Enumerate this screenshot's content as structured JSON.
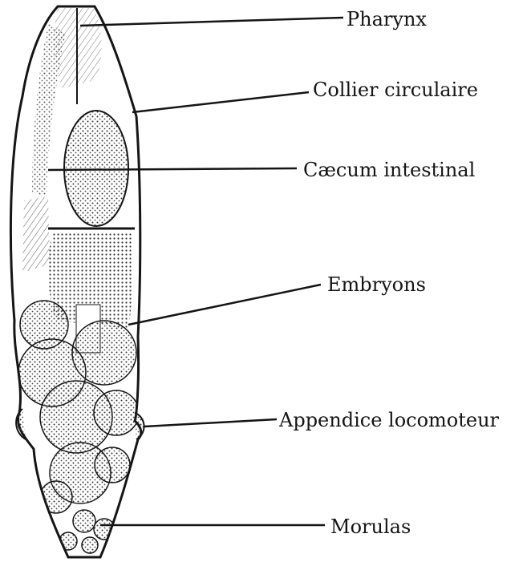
{
  "figure": {
    "labels": {
      "pharynx": "Pharynx",
      "collier": "Collier circulaire",
      "caecum": "Cæcum intestinal",
      "embryons": "Embryons",
      "appendice": "Appendice locomoteur",
      "morulas": "Morulas"
    },
    "colors": {
      "ink": "#151515",
      "paper": "#ffffff",
      "stipple": "#333333"
    }
  }
}
